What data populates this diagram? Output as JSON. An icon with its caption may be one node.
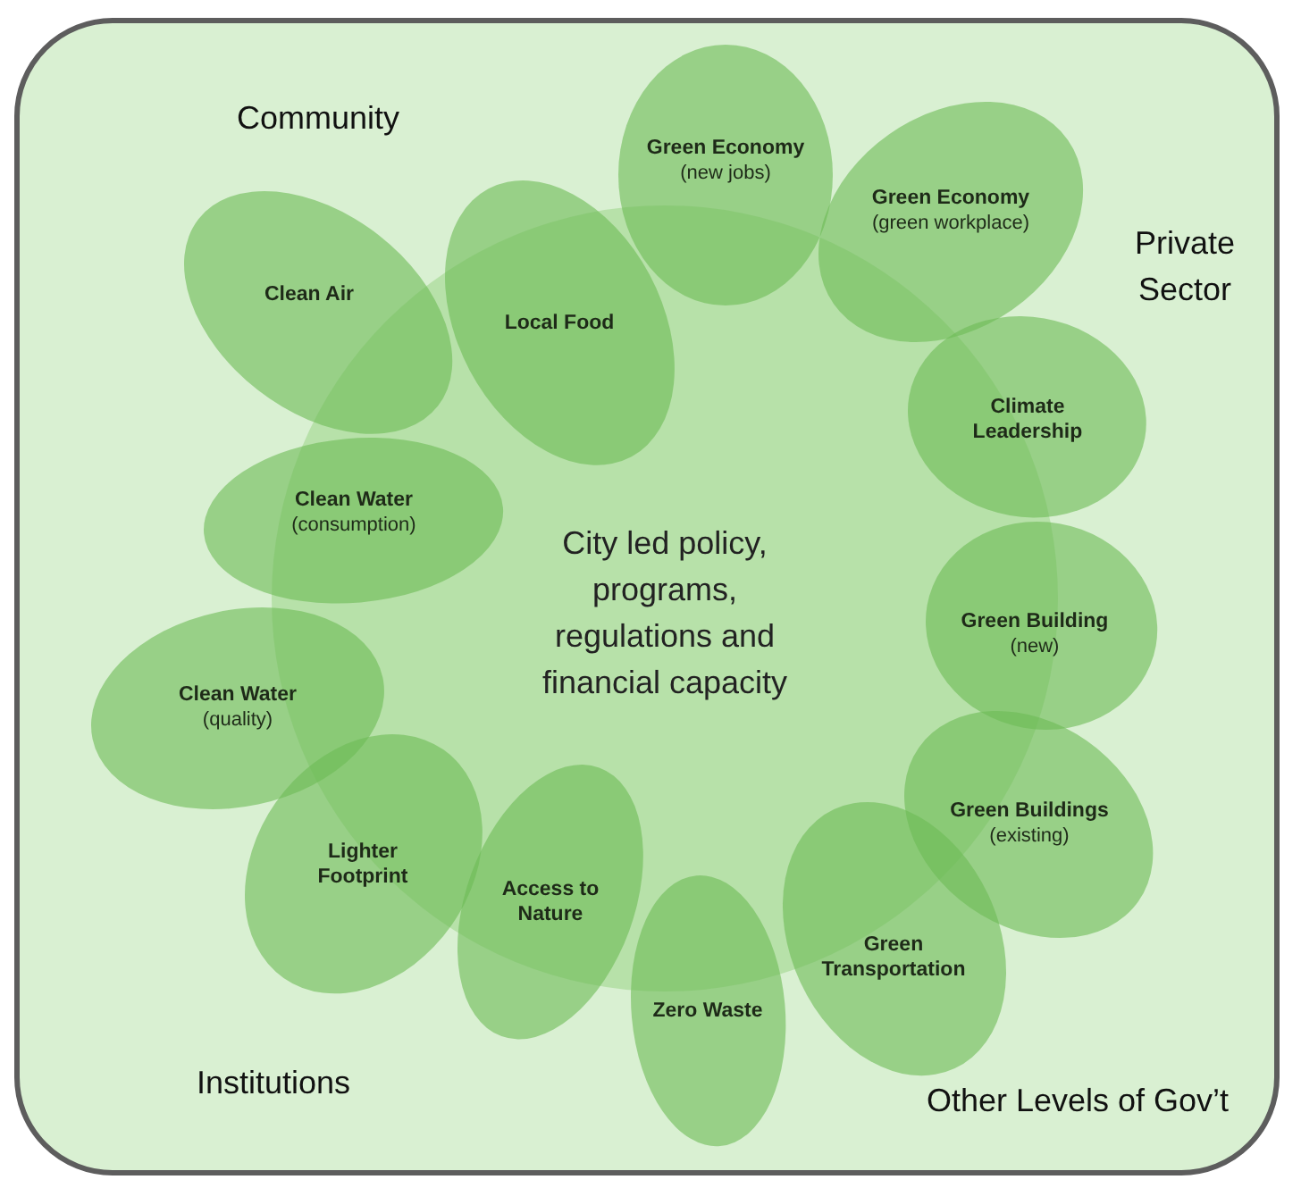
{
  "diagram": {
    "nodes": [
      {
        "text": [],
        "shape": "box"
      },
      {
        "text": [
          "City led policy, programs, regulations and financial capacity"
        ],
        "in": 0
      },
      {
        "text": [
          "Clean Air"
        ],
        "in": 0
      },
      {
        "text": [
          "Local Food"
        ],
        "in": 0
      },
      {
        "text": [
          "Green Economy",
          "(new jobs)"
        ],
        "in": 0
      },
      {
        "text": [
          "Green Economy",
          "(green workplace)"
        ],
        "in": 0
      },
      {
        "text": [
          "Climate Leadership"
        ],
        "in": 0
      },
      {
        "text": [
          "Green Building",
          "(new)"
        ],
        "in": 0
      },
      {
        "text": [
          "Green Buildings",
          "(existing)"
        ],
        "in": 0
      },
      {
        "text": [
          "Green Transportation"
        ],
        "in": 0
      },
      {
        "text": [
          "Zero Waste"
        ],
        "in": 0
      },
      {
        "text": [
          "Access to Nature"
        ],
        "in": 0
      },
      {
        "text": [
          "Lighter Footprint"
        ],
        "in": 0
      },
      {
        "text": [
          "Clean Water",
          "(quality)"
        ],
        "in": 0
      },
      {
        "text": [
          "Clean Water",
          "(consumption)"
        ],
        "in": 0
      }
    ],
    "labels": [
      "Community",
      "Private Sector",
      "Institutions",
      "Other Levels of Gov’t"
    ]
  }
}
